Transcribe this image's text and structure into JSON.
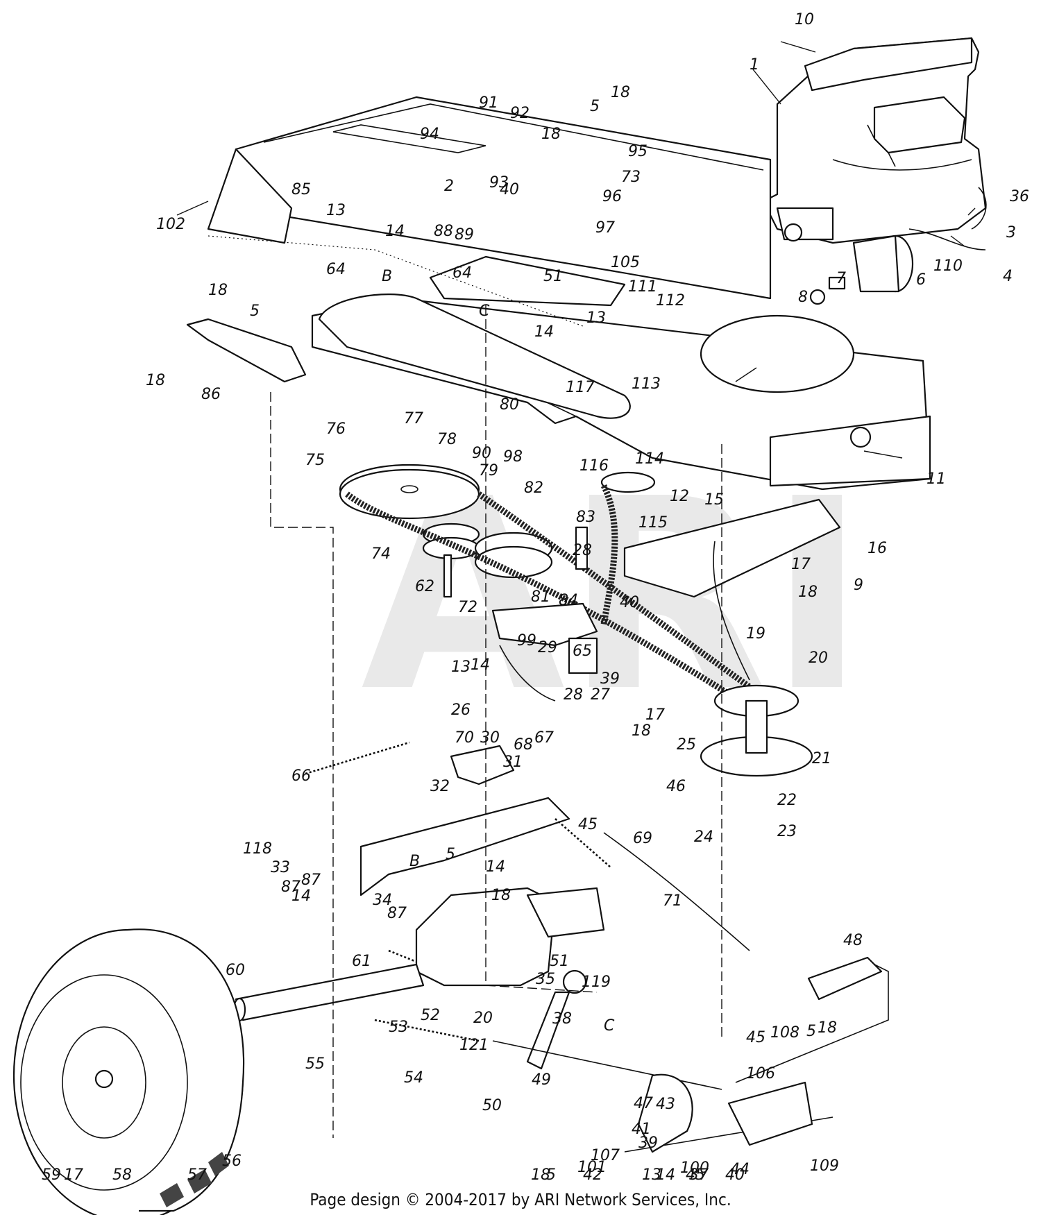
{
  "watermark": "ARI",
  "footer": "Page design © 2004-2017 by ARI Network Services, Inc.",
  "callouts": [
    "10",
    "1",
    "36",
    "3",
    "4",
    "110",
    "6",
    "7",
    "8",
    "91",
    "92",
    "18",
    "5",
    "18",
    "95",
    "73",
    "94",
    "85",
    "13",
    "14",
    "88",
    "2",
    "89",
    "40",
    "96",
    "97",
    "105",
    "93",
    "102",
    "18",
    "5",
    "64",
    "B",
    "64",
    "C",
    "51",
    "111",
    "112",
    "13",
    "14",
    "117",
    "18",
    "86",
    "113",
    "80",
    "77",
    "76",
    "78",
    "90",
    "75",
    "79",
    "98",
    "82",
    "116",
    "114",
    "12",
    "15",
    "11",
    "83",
    "115",
    "74",
    "62",
    "28",
    "84",
    "72",
    "81",
    "40",
    "99",
    "29",
    "65",
    "39",
    "16",
    "9",
    "17",
    "18",
    "19",
    "20",
    "13",
    "14",
    "28",
    "27",
    "17",
    "18",
    "25",
    "21",
    "46",
    "26",
    "70",
    "30",
    "68",
    "67",
    "66",
    "31",
    "32",
    "45",
    "69",
    "22",
    "23",
    "24",
    "118",
    "33",
    "87",
    "87",
    "14",
    "B",
    "5",
    "14",
    "18",
    "34",
    "71",
    "87",
    "60",
    "61",
    "51",
    "35",
    "48",
    "119",
    "53",
    "38",
    "52",
    "20",
    "121",
    "C",
    "55",
    "54",
    "49",
    "45",
    "108",
    "5",
    "18",
    "106",
    "47",
    "43",
    "41",
    "39",
    "107",
    "101",
    "100",
    "109",
    "44",
    "45",
    "37",
    "14",
    "13",
    "18",
    "5",
    "42",
    "40",
    "59",
    "17",
    "58",
    "57",
    "56",
    "50"
  ]
}
